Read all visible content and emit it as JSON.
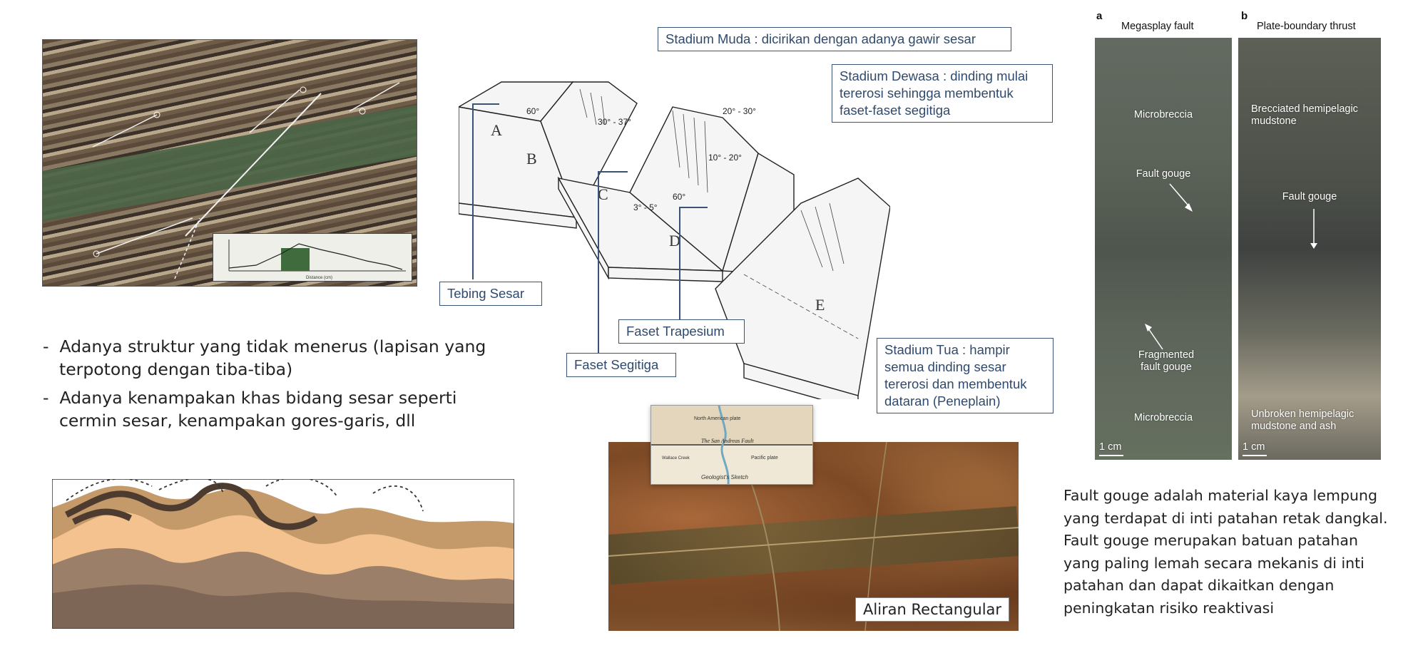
{
  "bullets": [
    {
      "dash": "-",
      "line1": "Adanya struktur yang tidak menerus (lapisan yang",
      "line2": "terpotong dengan tiba-tiba)"
    },
    {
      "dash": "-",
      "line1": "Adanya kenampakan khas bidang sesar seperti",
      "line2": "cermin sesar, kenampakan gores-garis, dll"
    }
  ],
  "strata_inset": {
    "xlabel": "Distance (cm)"
  },
  "block_diagram": {
    "letters": [
      "A",
      "B",
      "C",
      "D",
      "E"
    ],
    "angles": [
      "60°",
      "30° - 37°",
      "20° - 30°",
      "10° - 20°",
      "60°",
      "3° - 5°"
    ]
  },
  "callouts": {
    "muda": "Stadium Muda : dicirikan dengan adanya gawir sesar",
    "dewasa_1": "Stadium Dewasa : dinding mulai",
    "dewasa_2": "tererosi sehingga membentuk",
    "dewasa_3": "faset-faset segitiga",
    "tebing": "Tebing Sesar",
    "trapesium": "Faset Trapesium",
    "segitiga": "Faset Segitiga",
    "tua_1": "Stadium Tua : hampir",
    "tua_2": "semua dinding sesar",
    "tua_3": "tererosi dan membentuk",
    "tua_4": "dataran (Peneplain)"
  },
  "aerial": {
    "label": "Aliran Rectangular",
    "sketch_caption": "Geologist's Sketch",
    "sketch_fault": "The San Andreas Fault",
    "sketch_plate1": "North American plate",
    "sketch_plate2": "Pacific plate",
    "sketch_creek": "Wallace Creek"
  },
  "cores": {
    "a": {
      "letter": "a",
      "title": "Megasplay fault",
      "labels": [
        "Microbreccia",
        "Fault gouge",
        "Fragmented fault gouge",
        "Microbreccia"
      ],
      "scale": "1 cm"
    },
    "b": {
      "letter": "b",
      "title": "Plate-boundary thrust",
      "labels": [
        "Brecciated hemipelagic mudstone",
        "Fault gouge",
        "Unbroken hemipelagic mudstone and ash"
      ],
      "scale": "1 cm"
    }
  },
  "gouge_text": [
    "Fault gouge adalah material kaya lempung",
    "yang terdapat di inti patahan retak dangkal.",
    "Fault gouge merupakan batuan patahan",
    "yang paling lemah secara mekanis di inti",
    "patahan dan dapat dikaitkan dengan",
    "peningkatan risiko reaktivasi"
  ]
}
